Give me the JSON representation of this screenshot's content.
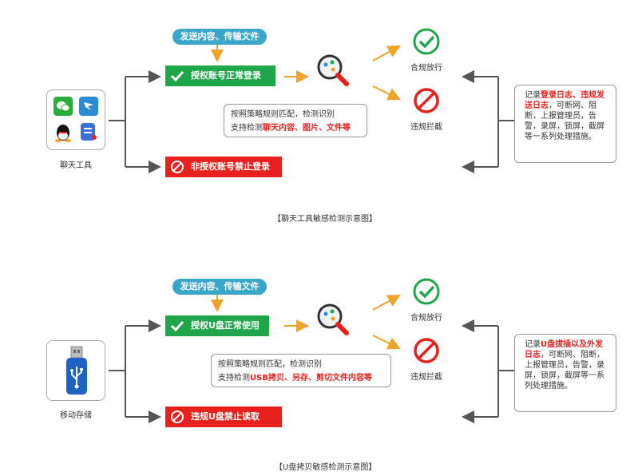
{
  "diagram1": {
    "send_label": "发送内容、传输文件",
    "auth_label": "授权账号正常登录",
    "unauth_label": "非授权账号禁止登录",
    "tooltip_line1": "按照策略规则匹配，检测识别",
    "tooltip_line2_prefix": "支持检测",
    "tooltip_line2_red": "聊天内容、图片、文件等",
    "allow_label": "合规放行",
    "block_label": "违规拦截",
    "device_label": "聊天工具",
    "right_prefix": "记录",
    "right_red": "登录日志、违规发送日志",
    "right_rest": "，可断网、阻断，上报管理员，告警，录屏，锁屏，截屏等一系列处理措施。",
    "caption": "【聊天工具敏感检测示意图】"
  },
  "diagram2": {
    "send_label": "发送内容、传输文件",
    "auth_label": "授权U盘正常使用",
    "unauth_label": "违规U盘禁止读取",
    "tooltip_line1": "按照策略规则匹配，检测识别",
    "tooltip_line2_prefix": "支持检测",
    "tooltip_line2_red": "USB拷贝、另存、剪切文件内容等",
    "allow_label": "合规放行",
    "block_label": "违规拦截",
    "device_label": "移动存储",
    "right_prefix": "记录",
    "right_red": "U盘拔插以及外发日志",
    "right_rest": "，可断网、阻断，上报管理员，告警，录屏，锁屏，截屏等一系列处理措施。",
    "caption": "【U盘拷贝敏感检测示意图】"
  },
  "colors": {
    "green": "#1fa64a",
    "red": "#e8211f",
    "teal": "#3aa7c9",
    "orange": "#f0a32a",
    "line": "#555555"
  }
}
